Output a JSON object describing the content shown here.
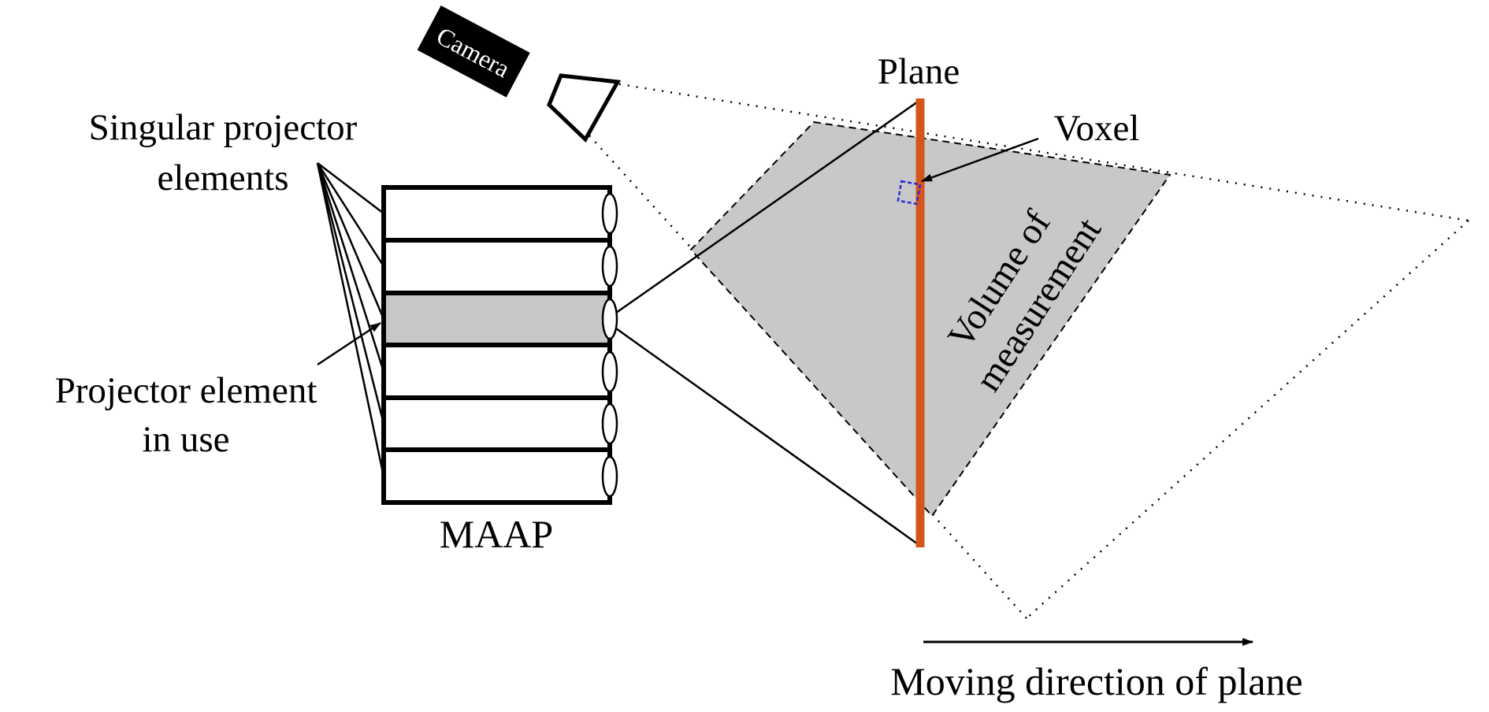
{
  "labels": {
    "camera": "Camera",
    "plane": "Plane",
    "voxel": "Voxel",
    "singular_line1": "Singular projector",
    "singular_line2": "elements",
    "in_use_line1": "Projector element",
    "in_use_line2": "in use",
    "maap": "MAAP",
    "volume_line1": "Volume of",
    "volume_line2": "measurement",
    "moving": "Moving direction of plane"
  },
  "colors": {
    "plane": "#d5561a",
    "volume_fill": "#c8c8c8",
    "voxel": "#2b2bd6",
    "ink": "#000000",
    "element_in_use_fill": "#c8c8c8"
  },
  "maap": {
    "element_count": 6,
    "element_in_use_index": 2
  }
}
